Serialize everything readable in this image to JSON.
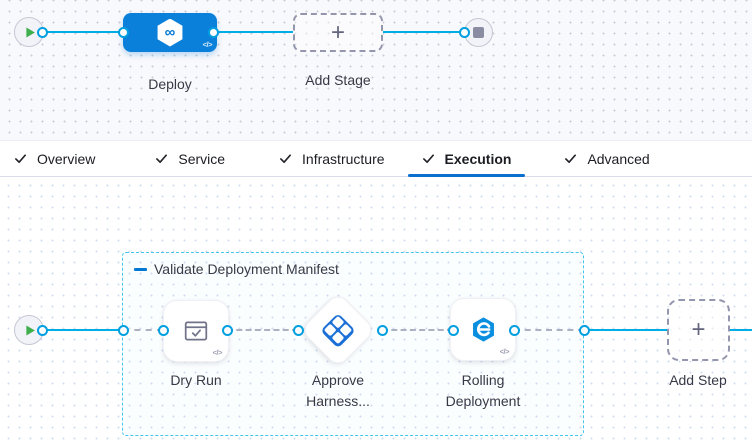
{
  "colors": {
    "primary_blue": "#0278d5",
    "flow_line_blue": "#00ade4",
    "group_border_cyan": "#45c4ec",
    "play_green": "#3fae4c",
    "label_text": "#383946"
  },
  "stage_pipeline": {
    "stage_label": "Deploy",
    "add_stage_label": "Add Stage",
    "plus_glyph": "+",
    "code_glyph": "</>"
  },
  "tabs": [
    {
      "label": "Overview",
      "checked": true,
      "active": false
    },
    {
      "label": "Service",
      "checked": true,
      "active": false
    },
    {
      "label": "Infrastructure",
      "checked": true,
      "active": false
    },
    {
      "label": "Execution",
      "checked": true,
      "active": true
    },
    {
      "label": "Advanced",
      "checked": true,
      "active": false
    }
  ],
  "execution": {
    "group_title": "Validate Deployment Manifest",
    "steps": [
      {
        "label": "Dry Run"
      },
      {
        "label": "Approve Harness..."
      },
      {
        "label": "Rolling Deployment"
      }
    ],
    "add_step_label": "Add Step",
    "plus_glyph": "+",
    "code_glyph": "</>"
  }
}
